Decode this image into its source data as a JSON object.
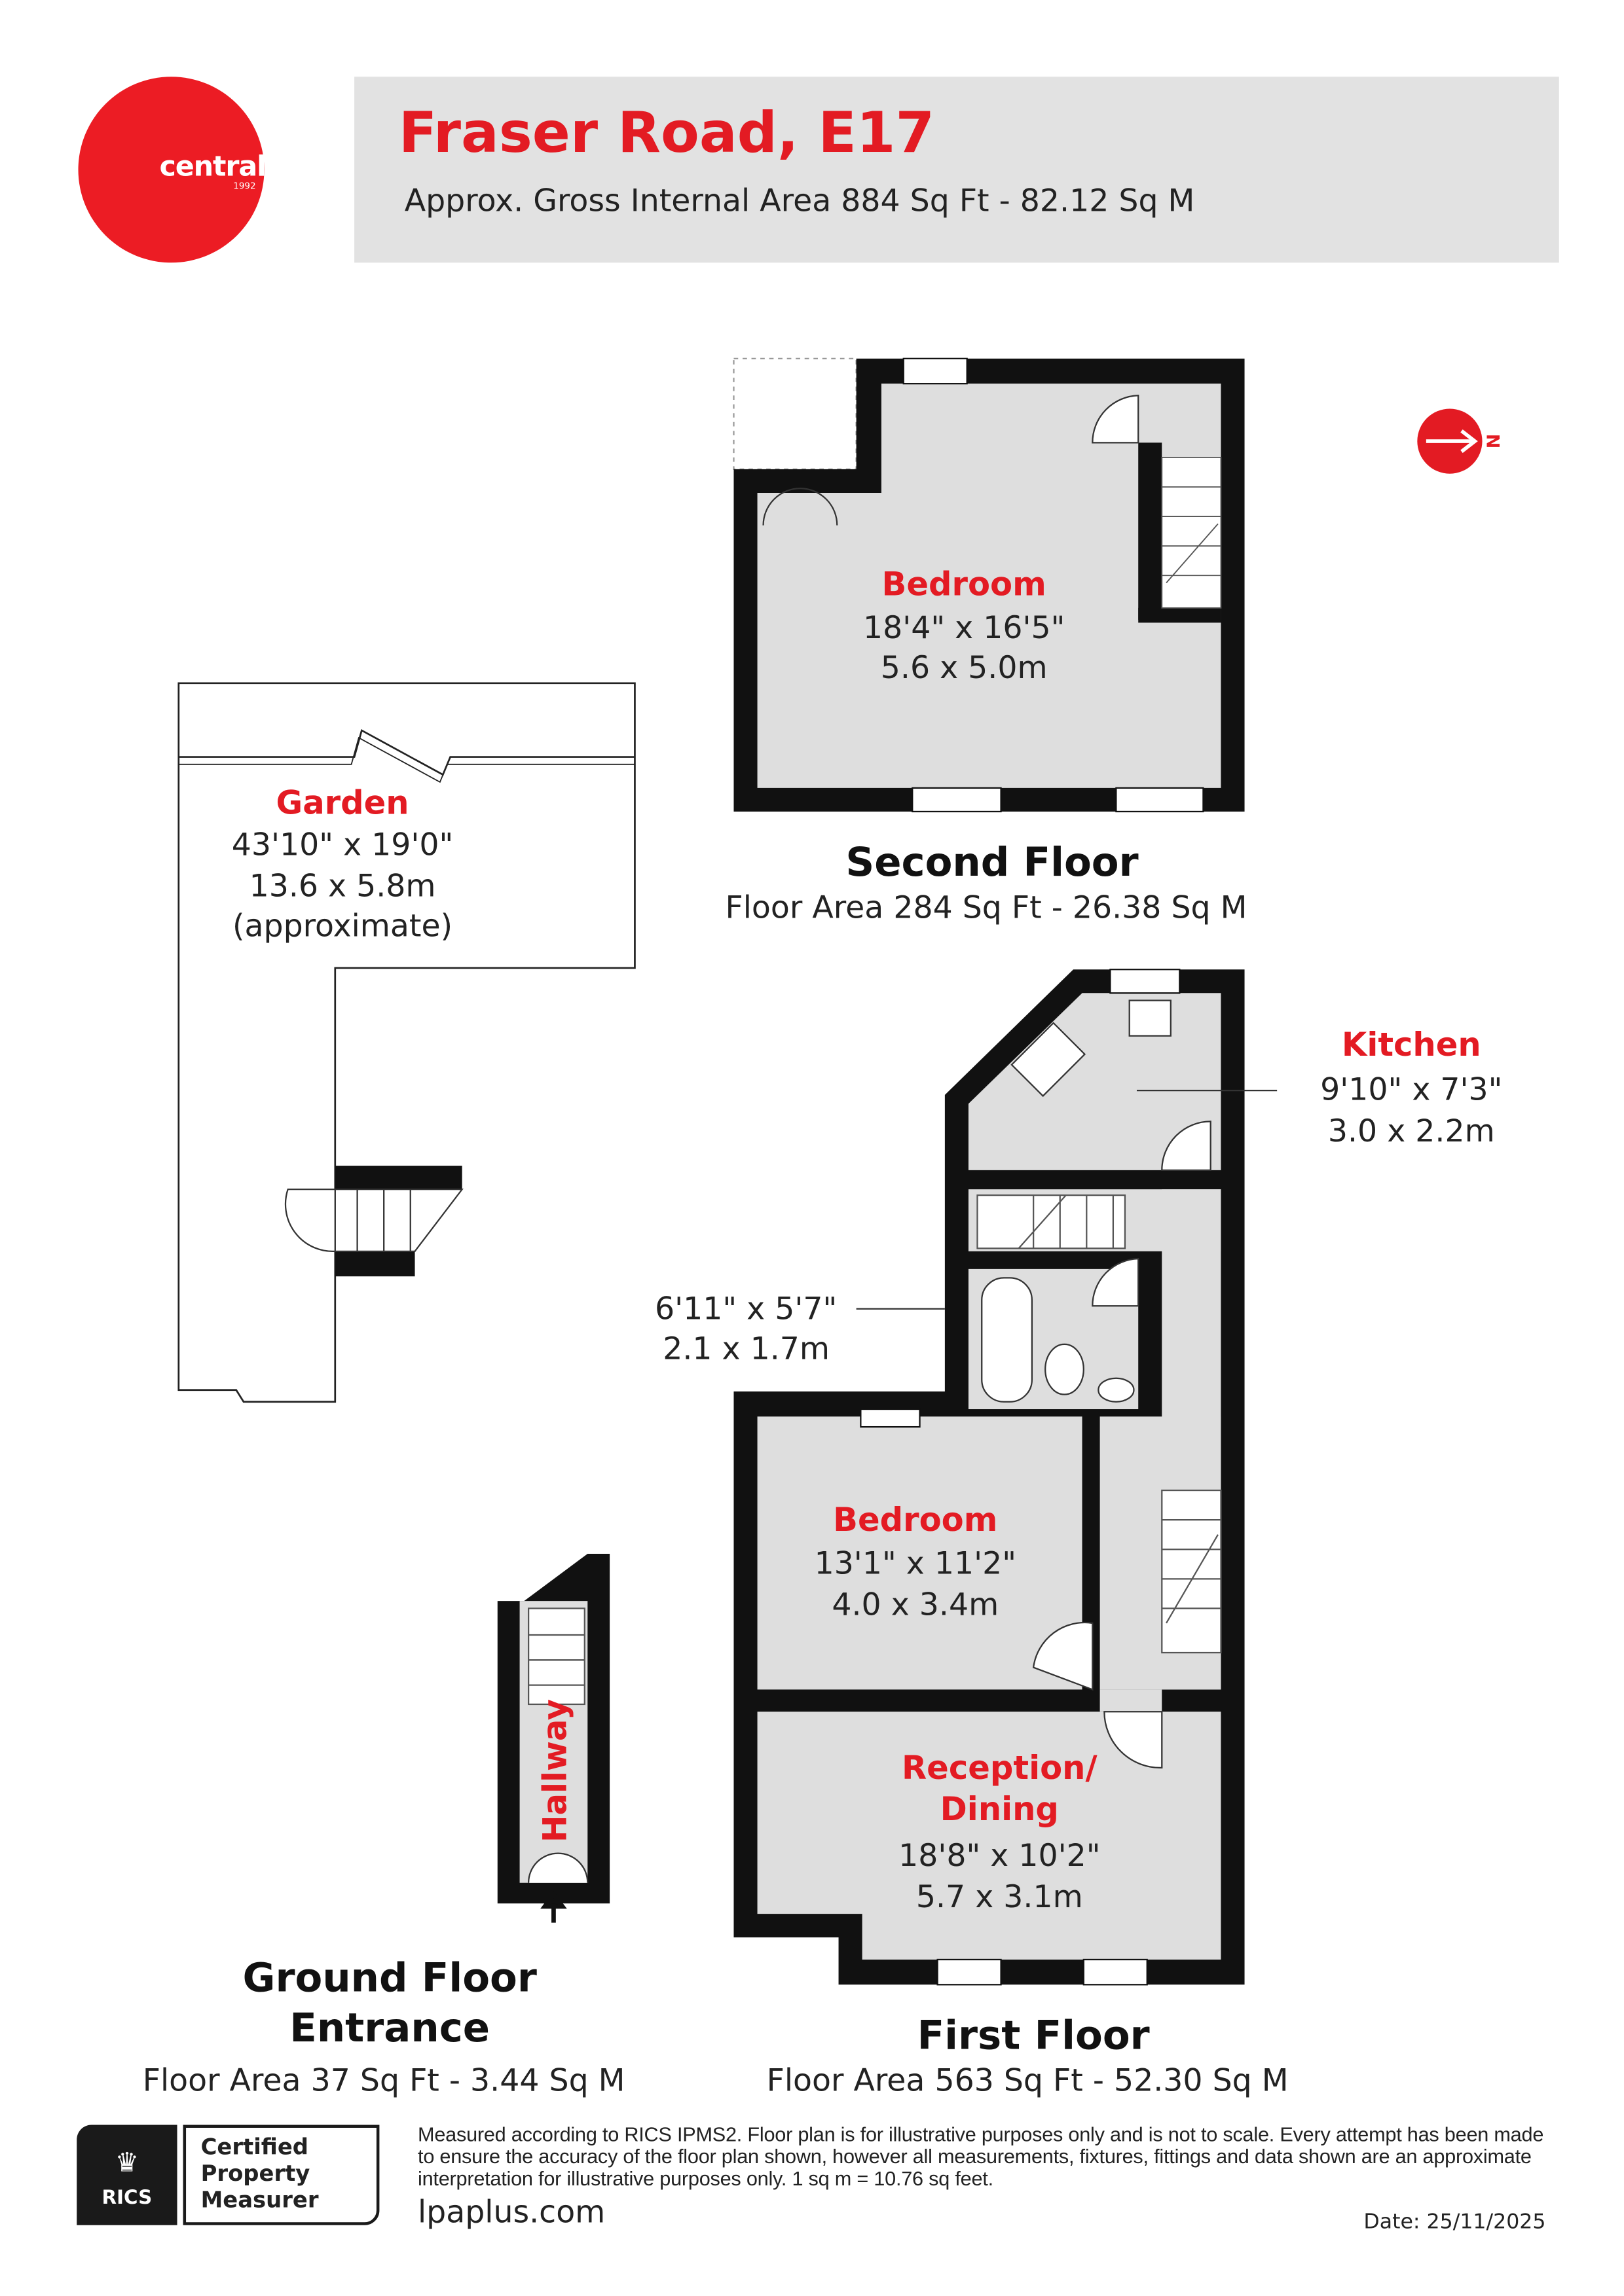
{
  "brand": {
    "name": "central",
    "year": "1992",
    "color": "#ec1c24"
  },
  "header": {
    "title": "Fraser Road, E17",
    "subtitle": "Approx. Gross Internal Area 884 Sq Ft - 82.12 Sq M"
  },
  "north_arrow": {
    "label": "N"
  },
  "second_floor": {
    "title": "Second Floor",
    "area": "Floor Area 284 Sq Ft - 26.38 Sq M",
    "rooms": [
      {
        "name": "Bedroom",
        "imperial": "18'4\" x 16'5\"",
        "metric": "5.6 x 5.0m"
      }
    ]
  },
  "garden": {
    "name": "Garden",
    "imperial": "43'10\" x 19'0\"",
    "metric": "13.6 x 5.8m",
    "note": "(approximate)"
  },
  "first_floor": {
    "title": "First Floor",
    "area": "Floor Area 563 Sq Ft - 52.30 Sq M",
    "kitchen": {
      "name": "Kitchen",
      "imperial": "9'10\" x 7'3\"",
      "metric": "3.0 x 2.2m"
    },
    "bathroom": {
      "imperial": "6'11\" x 5'7\"",
      "metric": "2.1 x 1.7m"
    },
    "bedroom": {
      "name": "Bedroom",
      "imperial": "13'1\" x 11'2\"",
      "metric": "4.0 x 3.4m"
    },
    "reception": {
      "name_line1": "Reception/",
      "name_line2": "Dining",
      "imperial": "18'8\" x 10'2\"",
      "metric": "5.7 x 3.1m"
    }
  },
  "ground_floor": {
    "title_line1": "Ground Floor",
    "title_line2": "Entrance",
    "area": "Floor Area 37 Sq Ft - 3.44 Sq M",
    "hallway": "Hallway"
  },
  "footer": {
    "badge_org": "RICS",
    "badge_line1": "Certified",
    "badge_line2": "Property",
    "badge_line3": "Measurer",
    "disclaimer": "Measured according to RICS IPMS2. Floor plan is for illustrative purposes only and is not to scale. Every attempt has been made to ensure the accuracy of the floor plan shown, however all measurements, fixtures, fittings and data shown are an approximate interpretation for illustrative purposes only. 1 sq m = 10.76 sq feet.",
    "website": "lpaplus.com",
    "date": "Date: 25/11/2025"
  }
}
